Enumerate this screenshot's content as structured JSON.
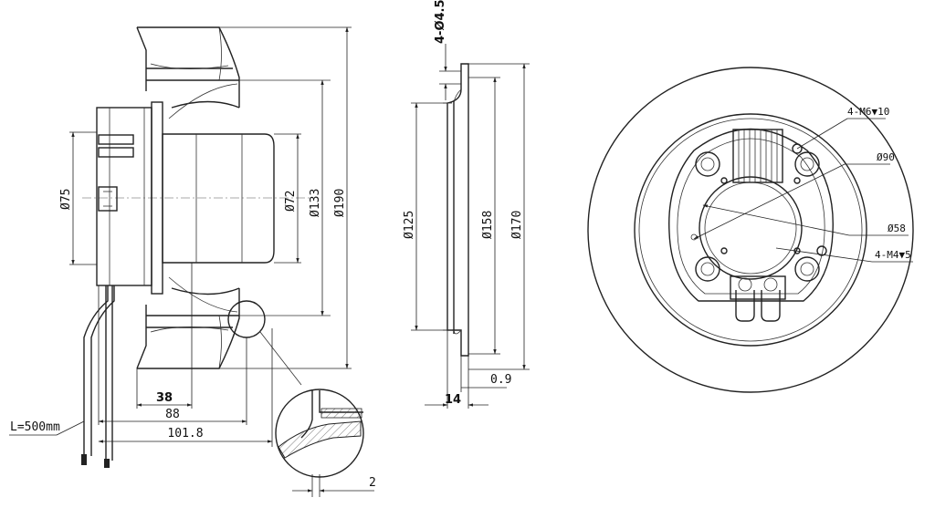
{
  "dimensions": {
    "d75": "Ø75",
    "d72": "Ø72",
    "d133": "Ø133",
    "d190": "Ø190",
    "d125": "Ø125",
    "d158": "Ø158",
    "d170": "Ø170",
    "d90": "Ø90",
    "d58": "Ø58",
    "holes_top": "4-Ø4.5",
    "m6": "4-M6▼10",
    "m4": "4-M4▼5",
    "len_38": "38",
    "len_88": "88",
    "len_101": "101.8",
    "len_14": "14",
    "len_09": "0.9",
    "len_2": "2",
    "cable": "L=500mm"
  }
}
